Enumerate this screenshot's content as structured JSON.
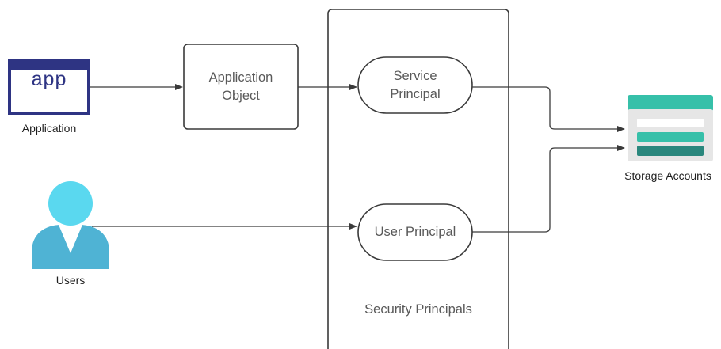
{
  "nodes": {
    "application": {
      "icon_text": "app",
      "label": "Application"
    },
    "application_object": {
      "line1": "Application",
      "line2": "Object"
    },
    "service_principal": {
      "line1": "Service",
      "line2": "Principal"
    },
    "user_principal": {
      "label": "User Principal"
    },
    "security_principals": {
      "label": "Security Principals"
    },
    "users": {
      "label": "Users"
    },
    "storage_accounts": {
      "label": "Storage Accounts"
    }
  },
  "colors": {
    "app_icon_border": "#2e3483",
    "app_icon_text": "#2e3483",
    "stroke": "#3a3a3a",
    "user_head": "#5ad8ef",
    "user_body": "#4fb3d4",
    "user_collar": "#ffffff",
    "storage_top": "#36c0a9",
    "storage_body": "#e6e6e6",
    "storage_bar_light": "#36c0a9",
    "storage_bar_dark": "#2a877d"
  }
}
